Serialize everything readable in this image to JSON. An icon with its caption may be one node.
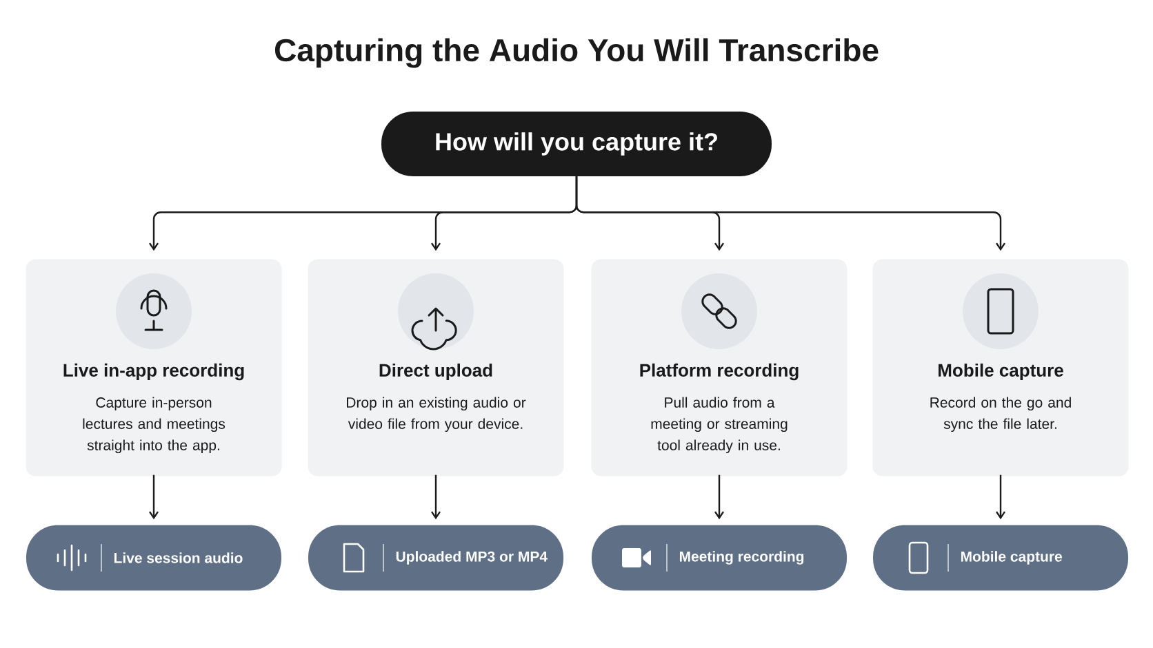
{
  "diagram": {
    "title": "Capturing the Audio You Will Transcribe",
    "nodes": [
      {
        "text": [
          "How will you capture it?"
        ]
      },
      {
        "text": [
          "Live in-app recording",
          "Capture in-person lectures and meetings straight into the app."
        ]
      },
      {
        "text": [
          "Direct upload",
          "Drop in an existing audio or video file from your device."
        ]
      },
      {
        "text": [
          "Platform recording",
          "Pull audio from a meeting or streaming tool already in use."
        ]
      },
      {
        "text": [
          "Mobile capture",
          "Record on the go and sync the file later."
        ]
      },
      {
        "text": [
          "Live session audio"
        ]
      },
      {
        "text": [
          "Uploaded MP3 or MP4"
        ]
      },
      {
        "text": [
          "Meeting recording"
        ]
      },
      {
        "text": [
          "Mobile capture"
        ]
      }
    ],
    "edges": [
      {
        "from": 0,
        "to": 1,
        "arrow": "to"
      },
      {
        "from": 0,
        "to": 2,
        "arrow": "to"
      },
      {
        "from": 0,
        "to": 3,
        "arrow": "to"
      },
      {
        "from": 0,
        "to": 4,
        "arrow": "to"
      },
      {
        "from": 1,
        "to": 5,
        "arrow": "to"
      },
      {
        "from": 2,
        "to": 6,
        "arrow": "to"
      },
      {
        "from": 3,
        "to": 7,
        "arrow": "to"
      },
      {
        "from": 4,
        "to": 8,
        "arrow": "to"
      }
    ]
  }
}
